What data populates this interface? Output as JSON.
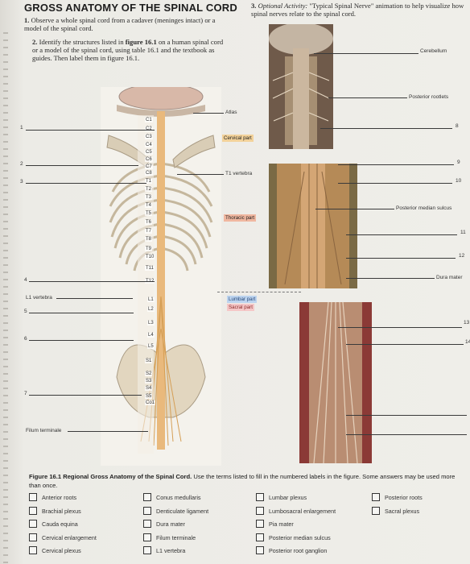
{
  "title": "GROSS ANATOMY OF THE SPINAL CORD",
  "steps": {
    "s1_num": "1.",
    "s1_text": "Observe a whole spinal cord from a cadaver (meninges intact) or a model of the spinal cord.",
    "s2_num": "2.",
    "s2_pre": "Identify the structures listed in",
    "s2_ref": "figure 16.1",
    "s2_post": "on a human spinal cord or a model of the spinal cord, using table 16.1 and the textbook as guides. Then label them in figure 16.1.",
    "s3_num": "3.",
    "s3_opt": "Optional Activity:",
    "s3_text": "\"Typical Spinal Nerve\" animation to help visualize how spinal nerves relate to the spinal cord."
  },
  "vertebra_labels": [
    "C1",
    "C2",
    "C3",
    "C4",
    "C5",
    "C6",
    "C7",
    "C8",
    "T1",
    "T2",
    "T3",
    "T4",
    "T5",
    "T6",
    "T7",
    "T8",
    "T9",
    "T10",
    "T11",
    "T12",
    "L1",
    "L2",
    "L3",
    "L4",
    "L5",
    "S1",
    "S2",
    "S3",
    "S4",
    "S5",
    "Co1"
  ],
  "left_numbers": [
    "1",
    "2",
    "3",
    "4",
    "5",
    "6",
    "7"
  ],
  "right_numbers": [
    "8",
    "9",
    "10",
    "11",
    "12",
    "13",
    "14"
  ],
  "labels": {
    "atlas": "Atlas",
    "cervical_part": "Cervical part",
    "t1_vertebra": "T1 vertebra",
    "thoracic_part": "Thoracic part",
    "lumbar_part": "Lumbar part",
    "sacral_part": "Sacral part",
    "l1_vertebra": "L1 vertebra",
    "filum_terminale": "Filum terminale",
    "cerebellum": "Cerebellum",
    "posterior_rootlets": "Posterior rootlets",
    "posterior_median_sulcus": "Posterior median sulcus",
    "dura_mater": "Dura mater"
  },
  "caption": {
    "fig": "Figure 16.1",
    "bold": "Regional Gross Anatomy of the Spinal Cord.",
    "text": "Use the terms listed to fill in the numbered labels in the figure. Some answers may be used more than once."
  },
  "options": [
    [
      "Anterior roots",
      "Brachial plexus",
      "Cauda equina",
      "Cervical enlargement",
      "Cervical plexus"
    ],
    [
      "Conus medullaris",
      "Denticulate ligament",
      "Dura mater",
      "Filum terminale",
      "L1 vertebra"
    ],
    [
      "Lumbar plexus",
      "Lumbosacral enlargement",
      "Pia mater",
      "Posterior median sulcus",
      "Posterior root ganglion"
    ],
    [
      "Posterior roots",
      "Sacral plexus"
    ]
  ],
  "colors": {
    "cervical": "#f3d29a",
    "thoracic": "#f0b7a0",
    "lumbar": "#bcd3ee",
    "sacral": "#f5c7c7",
    "cord": "#e9b97c",
    "bone": "#efe3cc"
  }
}
